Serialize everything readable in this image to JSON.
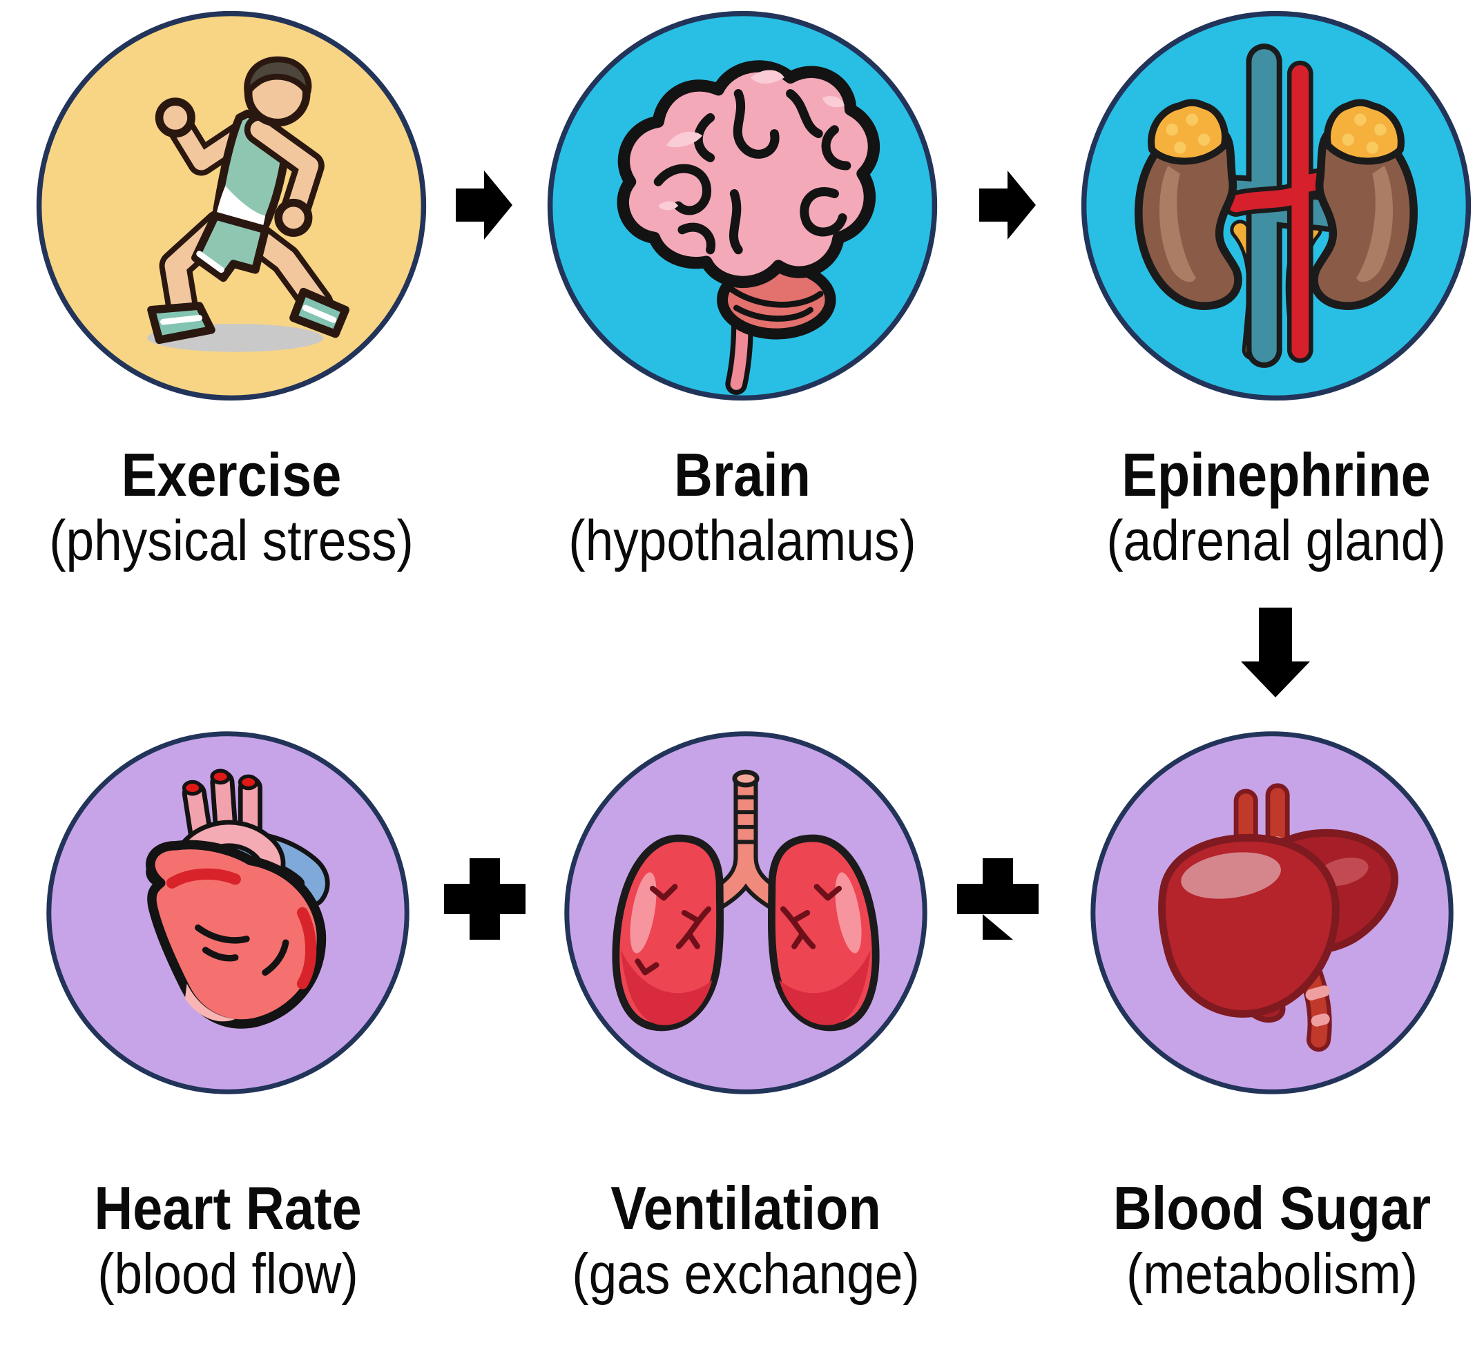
{
  "colors": {
    "background": "#ffffff",
    "circle_border": "#223459",
    "symbol": "#000000",
    "text": "#0a0a0a",
    "yellow_circle": "#f8d584",
    "cyan_circle": "#29bfe4",
    "purple_circle": "#c7a4e8"
  },
  "nodes": [
    {
      "title": "Exercise",
      "subtitle": "(physical stress)",
      "icon": "runner-icon",
      "bg": "#f8d584"
    },
    {
      "title": "Brain",
      "subtitle": "(hypothalamus)",
      "icon": "brain-icon",
      "bg": "#29bfe4"
    },
    {
      "title": "Epinephrine",
      "subtitle": "(adrenal gland)",
      "icon": "kidneys-adrenal-icon",
      "bg": "#29bfe4"
    },
    {
      "title": "Heart Rate",
      "subtitle": "(blood flow)",
      "icon": "heart-icon",
      "bg": "#c7a4e8"
    },
    {
      "title": "Ventilation",
      "subtitle": "(gas exchange)",
      "icon": "lungs-icon",
      "bg": "#c7a4e8"
    },
    {
      "title": "Blood Sugar",
      "subtitle": "(metabolism)",
      "icon": "liver-icon",
      "bg": "#c7a4e8"
    }
  ],
  "connectors": [
    {
      "type": "arrow-right",
      "from": "Exercise",
      "to": "Brain"
    },
    {
      "type": "arrow-right",
      "from": "Brain",
      "to": "Epinephrine"
    },
    {
      "type": "arrow-down",
      "from": "Epinephrine",
      "to": "Blood Sugar"
    },
    {
      "type": "plus",
      "between": [
        "Heart Rate",
        "Ventilation"
      ]
    },
    {
      "type": "plus",
      "between": [
        "Ventilation",
        "Blood Sugar"
      ]
    }
  ]
}
